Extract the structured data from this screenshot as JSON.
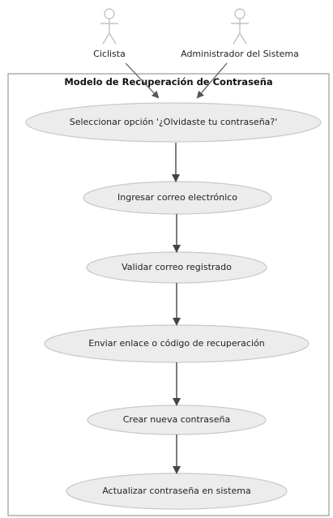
{
  "diagram": {
    "boundary_title": "Modelo de Recuperación de Contraseña",
    "actors": [
      {
        "label": "Ciclista"
      },
      {
        "label": "Administrador del Sistema"
      }
    ],
    "use_cases": [
      {
        "label": "Seleccionar opción '¿Olvidaste tu contraseña?'"
      },
      {
        "label": "Ingresar correo electrónico"
      },
      {
        "label": "Validar correo registrado"
      },
      {
        "label": "Enviar enlace o código de recuperación"
      },
      {
        "label": "Crear nueva contraseña"
      },
      {
        "label": "Actualizar contraseña en sistema"
      }
    ]
  }
}
